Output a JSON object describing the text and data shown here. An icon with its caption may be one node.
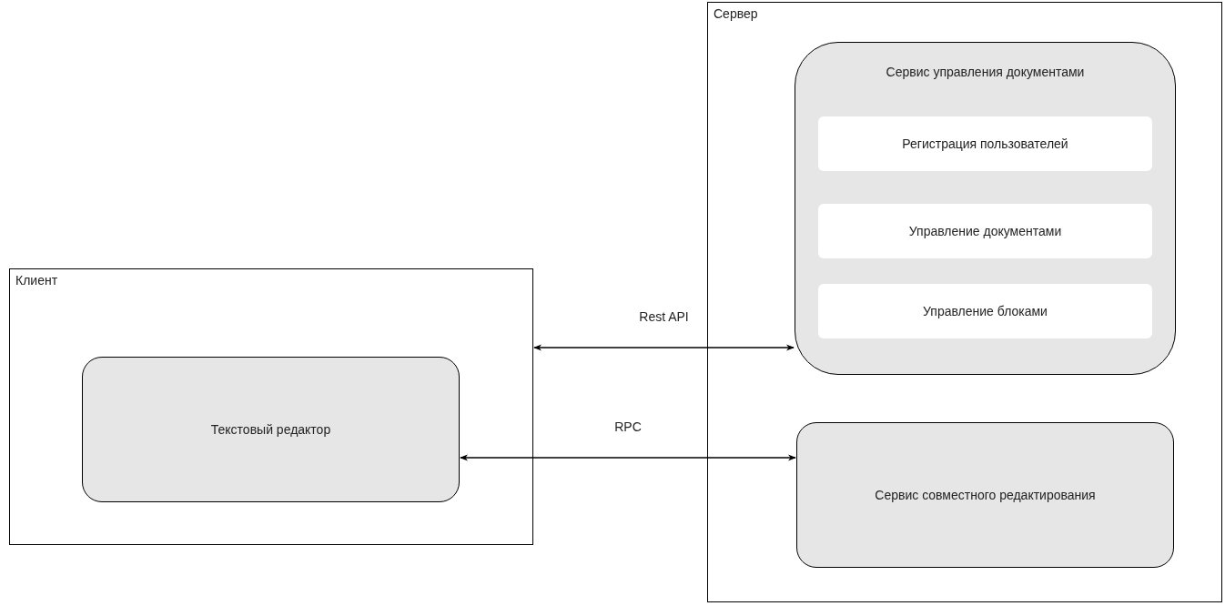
{
  "diagram": {
    "nodes": [
      {
        "text": [
          "Клиент"
        ]
      },
      {
        "text": [
          "Текстовый редактор"
        ],
        "in": 0
      },
      {
        "text": [
          "Сервер"
        ]
      },
      {
        "text": [
          "Сервис управления документами"
        ],
        "in": 2
      },
      {
        "text": [
          "Регистрация пользователей"
        ],
        "in": 3
      },
      {
        "text": [
          "Управление документами"
        ],
        "in": 3
      },
      {
        "text": [
          "Управление блоками"
        ],
        "in": 3
      },
      {
        "text": [
          "Сервис совместного редактирования"
        ],
        "in": 2
      }
    ],
    "edges": [
      {
        "from": 0,
        "to": 3,
        "arrow": "both",
        "label": "Rest API"
      },
      {
        "from": 1,
        "to": 7,
        "arrow": "both",
        "label": "RPC"
      }
    ]
  }
}
